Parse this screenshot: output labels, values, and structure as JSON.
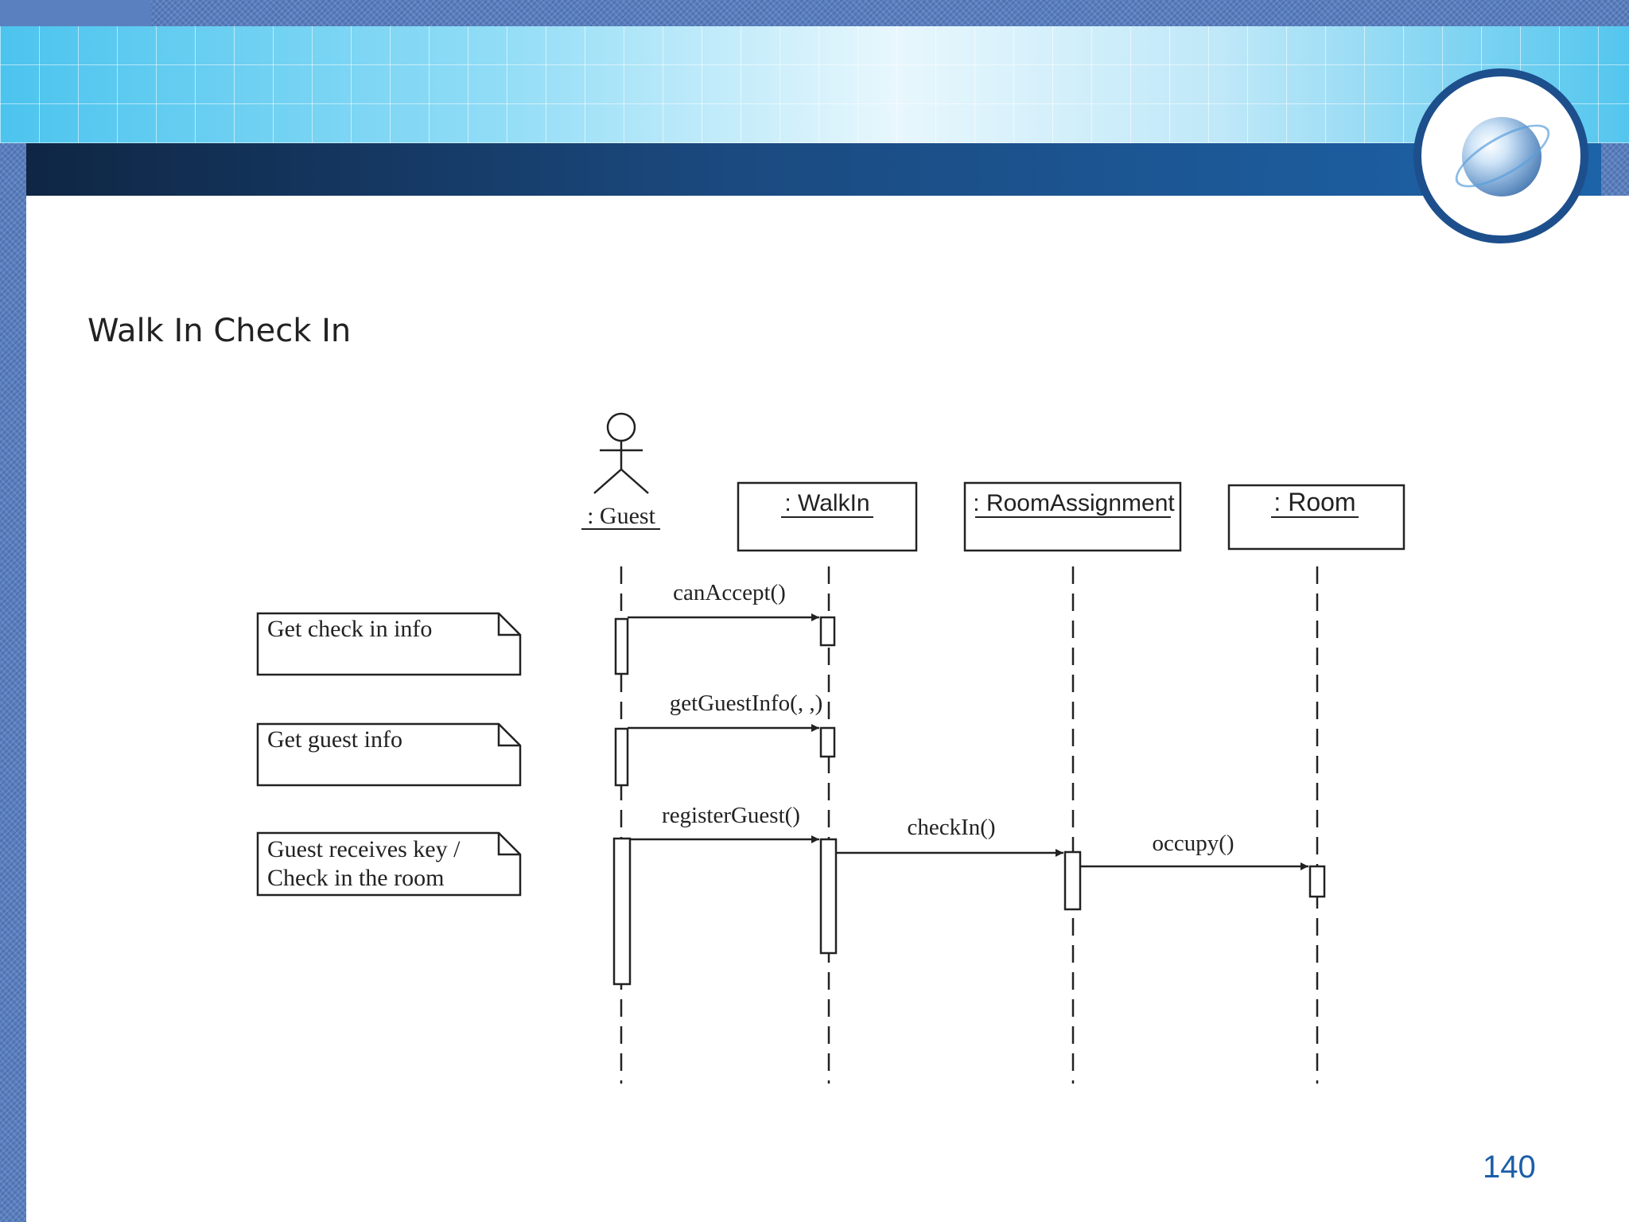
{
  "slide": {
    "title": "Walk In Check In",
    "page_number": "140"
  },
  "diagram": {
    "actor": {
      "label": ": Guest"
    },
    "objects": [
      {
        "label": ": WalkIn"
      },
      {
        "label": ": RoomAssignment"
      },
      {
        "label": ": Room"
      }
    ],
    "messages": [
      {
        "label": "canAccept()",
        "from": "Guest",
        "to": "WalkIn"
      },
      {
        "label": "getGuestInfo(, ,)",
        "from": "Guest",
        "to": "WalkIn"
      },
      {
        "label": "registerGuest()",
        "from": "Guest",
        "to": "WalkIn"
      },
      {
        "label": "checkIn()",
        "from": "WalkIn",
        "to": "RoomAssignment"
      },
      {
        "label": "occupy()",
        "from": "RoomAssignment",
        "to": "Room"
      }
    ],
    "notes": [
      {
        "lines": [
          "Get check in info"
        ]
      },
      {
        "lines": [
          "Get guest info"
        ]
      },
      {
        "lines": [
          "Guest receives key /",
          "Check in the room"
        ]
      }
    ]
  },
  "colors": {
    "border_denim": "#5a80c0",
    "header_dark": "#1b4a80",
    "globe_ring": "#1d4f8c",
    "page_number": "#1b5ea8"
  }
}
